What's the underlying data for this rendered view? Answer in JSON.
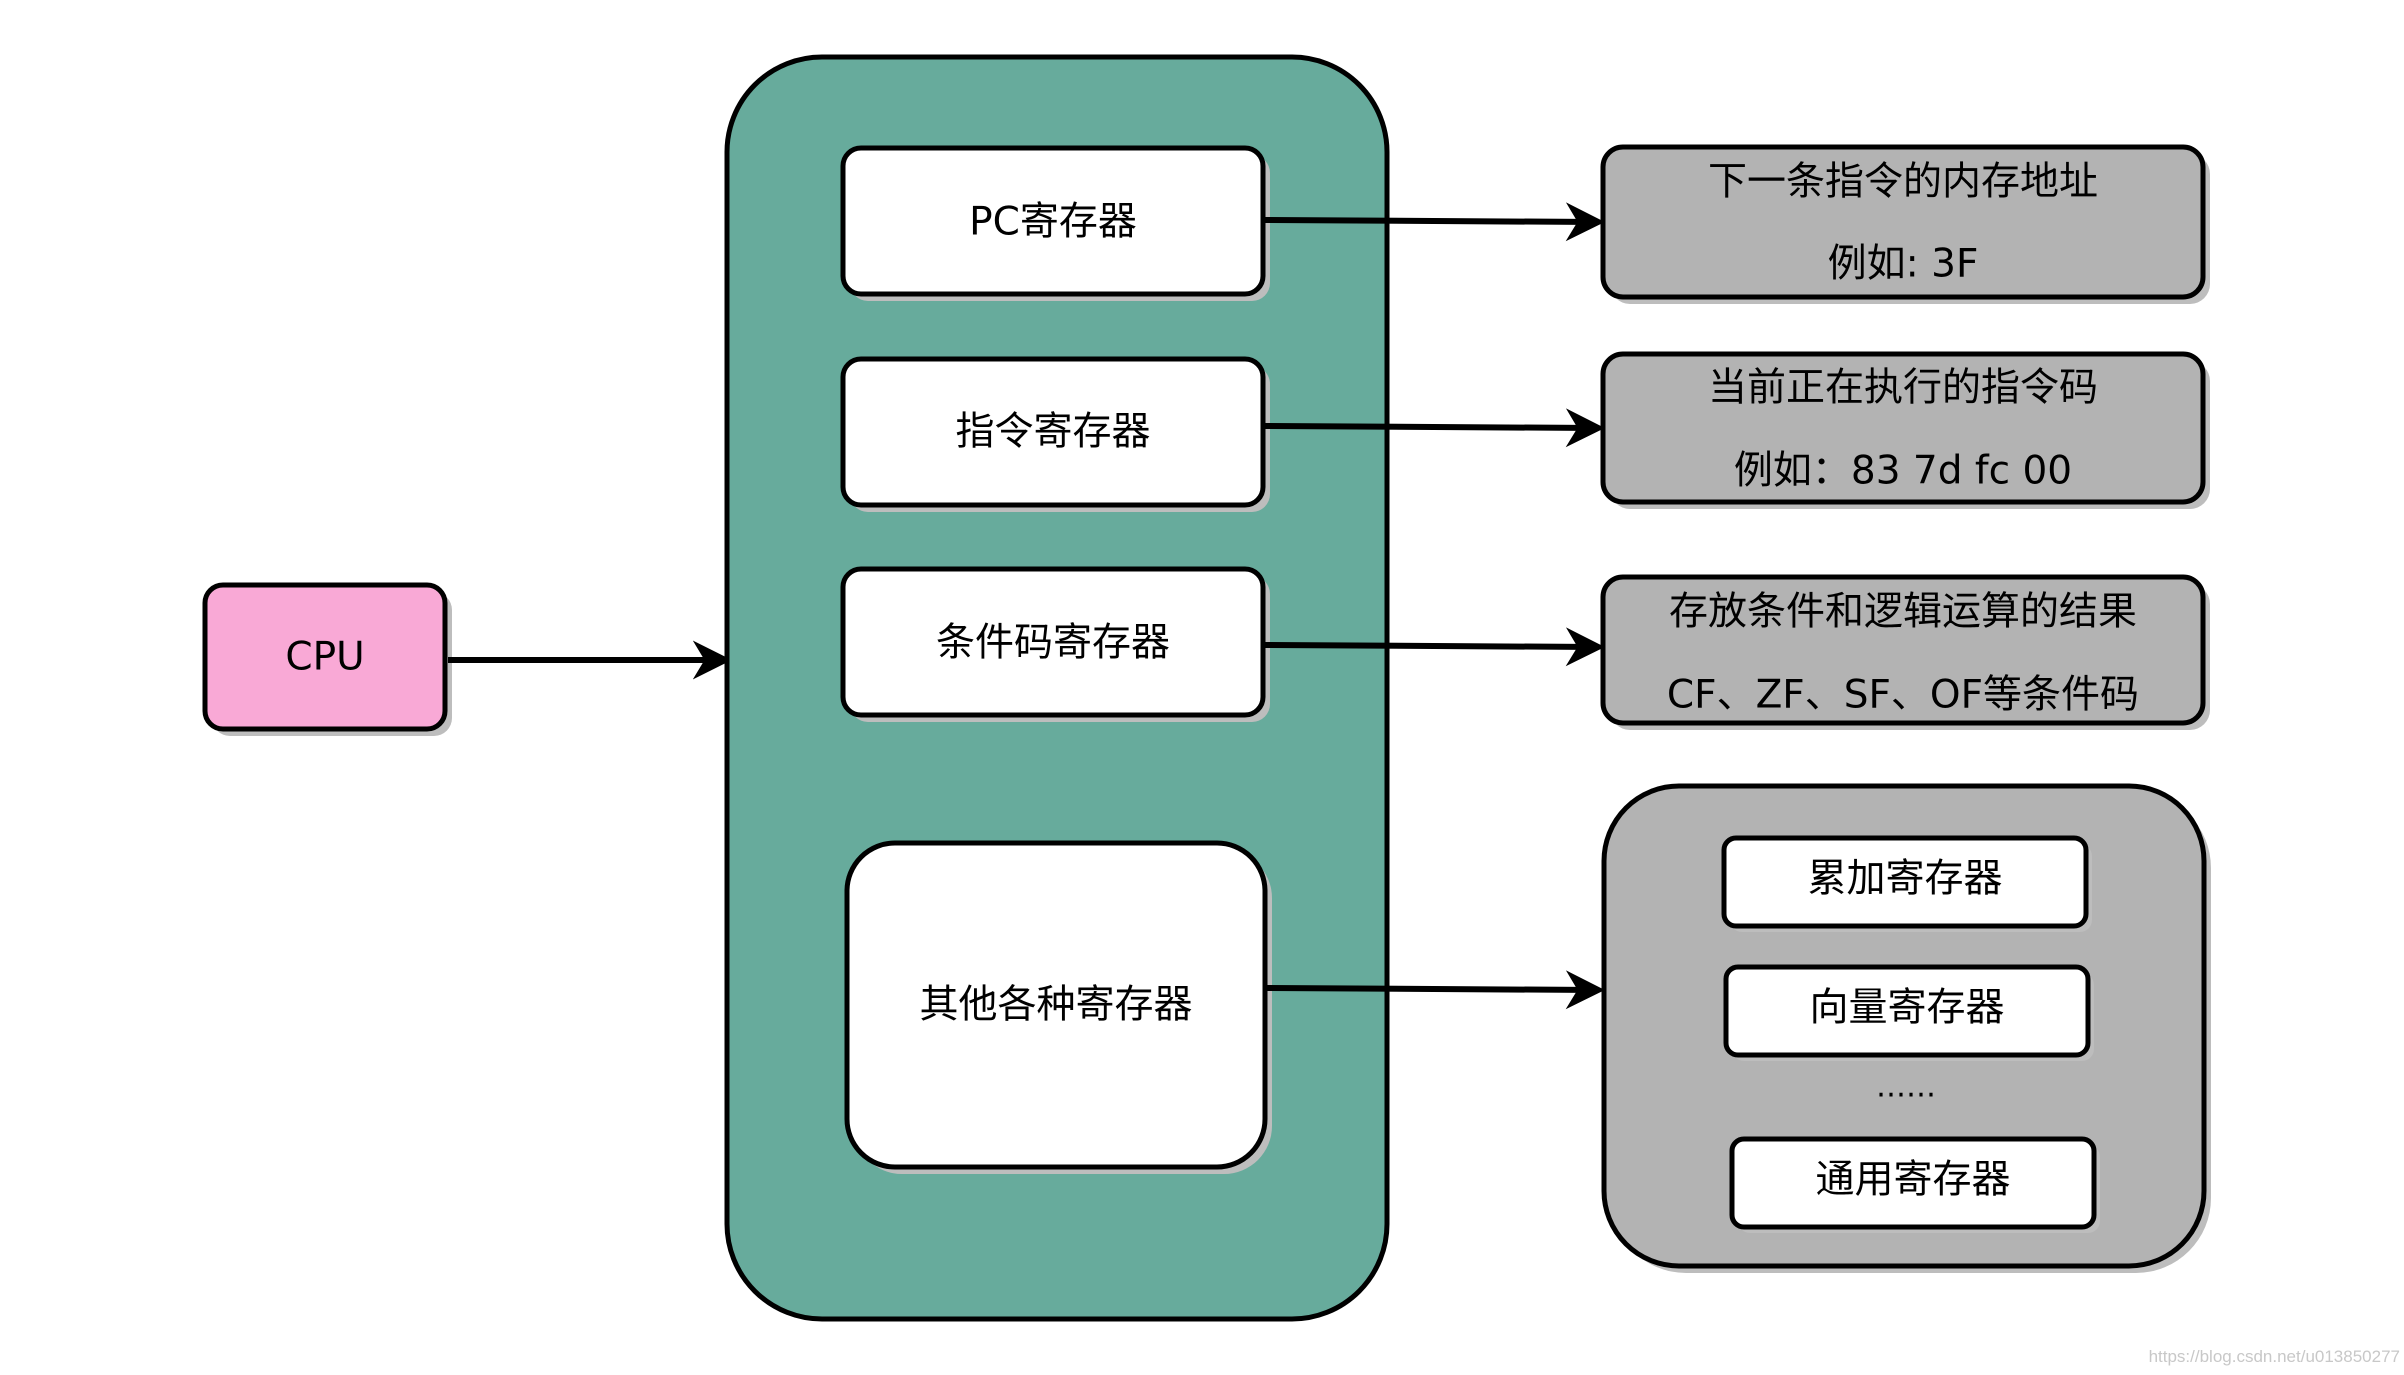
{
  "colors": {
    "cpu_fill": "#f9a9d6",
    "register_panel_fill": "#67ab9c",
    "register_box_fill": "#ffffff",
    "info_box_fill": "#b3b3b3",
    "stroke": "#000000",
    "shadow": "#bdbdbd"
  },
  "cpu": {
    "label": "CPU"
  },
  "registers": [
    {
      "label": "PC寄存器"
    },
    {
      "label": "指令寄存器"
    },
    {
      "label": "条件码寄存器"
    },
    {
      "label": "其他各种寄存器"
    }
  ],
  "descriptions": [
    {
      "line1": "下一条指令的内存地址",
      "line2": "例如: 3F"
    },
    {
      "line1": "当前正在执行的指令码",
      "line2": "例如：83 7d fc 00"
    },
    {
      "line1": "存放条件和逻辑运算的结果",
      "line2": "CF、ZF、SF、OF等条件码"
    }
  ],
  "other_registers": {
    "items": [
      "累加寄存器",
      "向量寄存器",
      "通用寄存器"
    ],
    "ellipsis": "……"
  },
  "watermark": "https://blog.csdn.net/u013850277"
}
